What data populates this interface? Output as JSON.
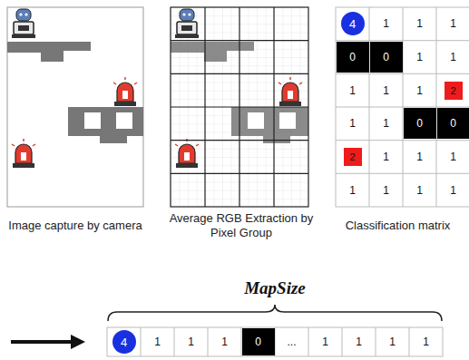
{
  "diagram": {
    "labels": [
      "Image capture by camera",
      "Average RGB Extraction by Pixel Group",
      "Classification matrix",
      "4",
      "1",
      "1",
      "1",
      "0",
      "0",
      "1",
      "1",
      "1",
      "1",
      "1",
      "2",
      "1",
      "1",
      "0",
      "0",
      "2",
      "1",
      "1",
      "1",
      "1",
      "1",
      "1",
      "1",
      "MapSize",
      "4",
      "1",
      "1",
      "1",
      "0",
      "...",
      "1",
      "1",
      "1",
      "1"
    ]
  }
}
